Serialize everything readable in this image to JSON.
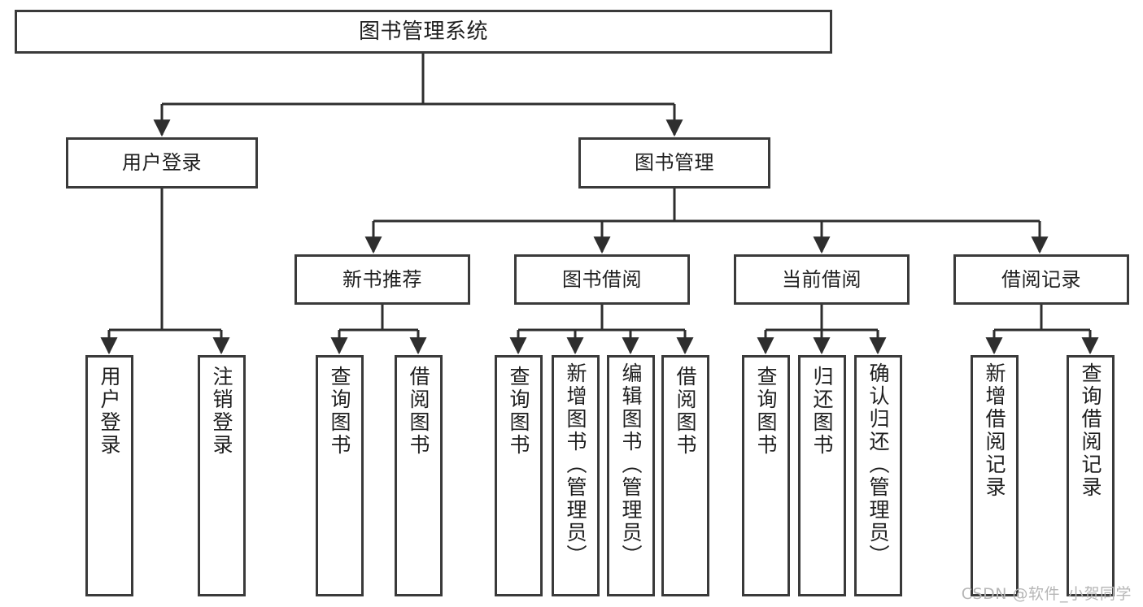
{
  "diagram": {
    "type": "tree",
    "title": "图书管理系统",
    "watermark": "CSDN @软件_小贺同学",
    "colors": {
      "background": "#ffffff",
      "box_border": "#3a3a3a",
      "connector": "#2e2e2e",
      "text": "#1f1f1f",
      "watermark": "#b6b6b6"
    },
    "nodes": {
      "root": {
        "label": "图书管理系统"
      },
      "level2": [
        {
          "label": "用户登录"
        },
        {
          "label": "图书管理"
        }
      ],
      "level3": [
        {
          "label": "新书推荐"
        },
        {
          "label": "图书借阅"
        },
        {
          "label": "当前借阅"
        },
        {
          "label": "借阅记录"
        }
      ],
      "leaves": {
        "user_login": [
          {
            "label": "用户登录"
          },
          {
            "label": "注销登录"
          }
        ],
        "new_book_recommend": [
          {
            "label": "查询图书"
          },
          {
            "label": "借阅图书"
          }
        ],
        "book_borrow": [
          {
            "label": "查询图书"
          },
          {
            "label": "新增图书（管理员）"
          },
          {
            "label": "编辑图书（管理员）"
          },
          {
            "label": "借阅图书"
          }
        ],
        "current_borrow": [
          {
            "label": "查询图书"
          },
          {
            "label": "归还图书"
          },
          {
            "label": "确认归还（管理员）"
          }
        ],
        "borrow_record": [
          {
            "label": "新增借阅记录"
          },
          {
            "label": "查询借阅记录"
          }
        ]
      }
    }
  }
}
